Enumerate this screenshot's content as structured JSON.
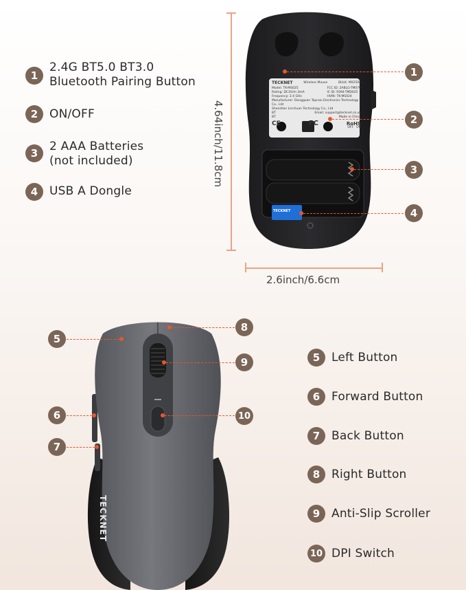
{
  "top_features": [
    {
      "num": "1",
      "label": "2.4G BT5.0 BT3.0\nBluetooth Pairing Button"
    },
    {
      "num": "2",
      "label": "ON/OFF"
    },
    {
      "num": "3",
      "label": "2 AAA Batteries\n(not included)"
    },
    {
      "num": "4",
      "label": "USB A Dongle"
    }
  ],
  "bottom_features": [
    {
      "num": "5",
      "label": "Left Button"
    },
    {
      "num": "6",
      "label": "Forward Button"
    },
    {
      "num": "7",
      "label": "Back Button"
    },
    {
      "num": "8",
      "label": "Right Button"
    },
    {
      "num": "9",
      "label": "Anti-Slip Scroller"
    },
    {
      "num": "10",
      "label": "DPI Switch"
    }
  ],
  "dimensions": {
    "height_label": "4.64inch/11.8cm",
    "width_label": "2.6inch/6.6cm"
  },
  "mouse_bottom": {
    "brand": "TECKNET",
    "title": "Wireless Mouse",
    "bulk": "BULK: M02504",
    "model": "Model: TK-MS025",
    "rating": "Rating: DC3V/m 3mA",
    "frequency": "Frequency: 2.4 GHz",
    "fcc": "FCC ID: 2ABLG-TM079",
    "ic": "IC ID: 9394-TMD025",
    "hvin": "HVIN: TK-MS024",
    "manufacturer": "Manufacturer: Dongguan Topnan Electronics Technology Co., Ltd",
    "shenzhen": "Shenzhen Linchuan Technology Co., Ltd",
    "email": "Email: support@tecknet.co.uk",
    "made": "Made in China",
    "rohs": "RoHS",
    "fc": "FC",
    "ce": "CE",
    "bt1": "BT",
    "bt2": "BT",
    "off": "OFF",
    "on": "ON",
    "dongle": "TECKNET"
  },
  "mouse_top": {
    "brand": "TECKNET"
  },
  "colors": {
    "badge": "#7b6556",
    "leader": "#e5572f",
    "dim_line": "#e6a585",
    "shell": "#6b6d72"
  }
}
